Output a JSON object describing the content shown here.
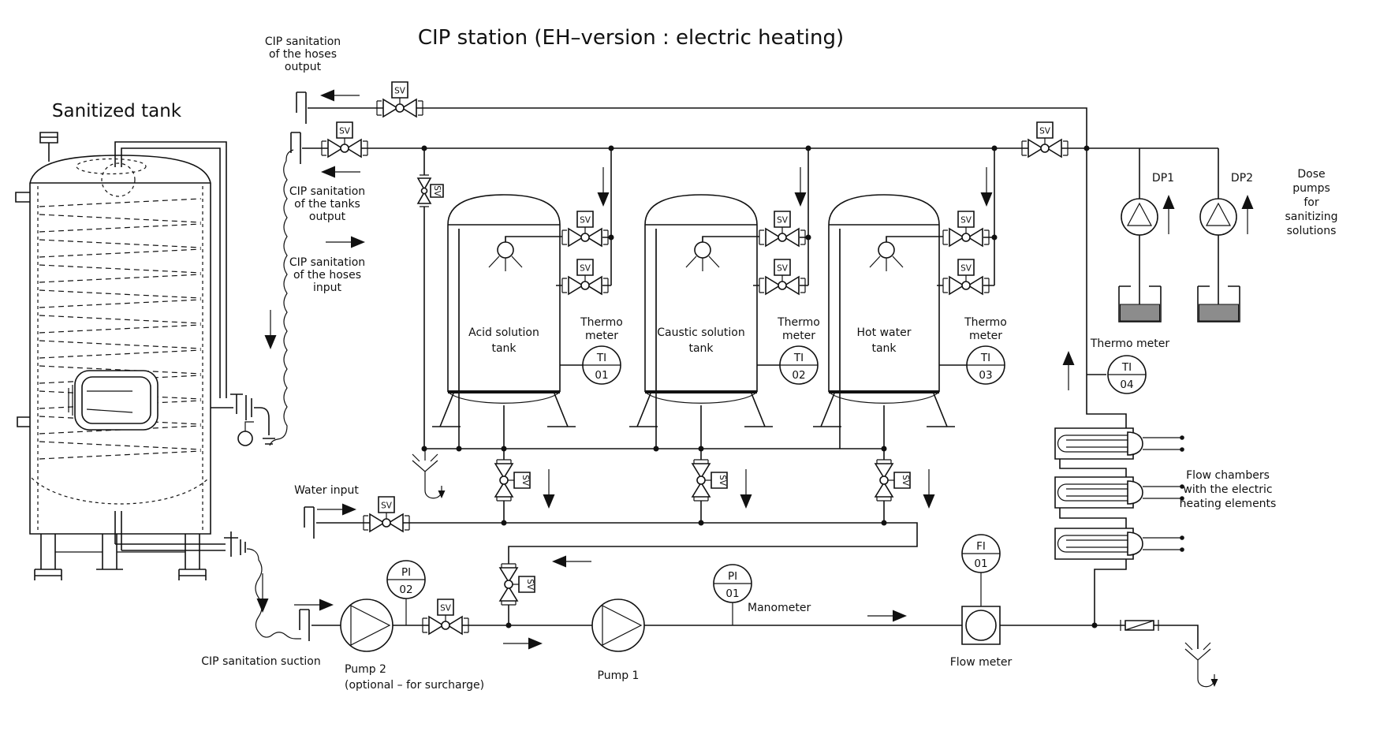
{
  "title": "CIP station (EH–version : electric heating)",
  "colors": {
    "line": "#111111",
    "background": "#ffffff",
    "bucket_liquid": "#8c8c8c"
  },
  "labels": {
    "sv": "SV",
    "sanitized_tank": "Sanitized tank",
    "cip_hoses_output": [
      "CIP sanitation",
      "of the hoses",
      "output"
    ],
    "cip_tanks_output": [
      "CIP sanitation",
      "of the tanks",
      "output"
    ],
    "cip_hoses_input": [
      "CIP sanitation",
      "of the hoses",
      "input"
    ],
    "water_input": "Water input",
    "cip_suction": "CIP sanitation suction",
    "pump1": "Pump 1",
    "pump2_line1": "Pump 2",
    "pump2_line2": "(optional – for surcharge)",
    "manometer": "Manometer",
    "flow_meter": "Flow meter",
    "thermo": [
      "Thermo",
      "meter"
    ],
    "thermo_inline": "Thermo meter",
    "dose_pumps": [
      "Dose",
      "pumps",
      "for",
      "sanitizing",
      "solutions"
    ],
    "flow_chambers": [
      "Flow chambers",
      "with the electric",
      "heating elements"
    ],
    "dp1": "DP1",
    "dp2": "DP2"
  },
  "instruments": {
    "ti01": {
      "tag": "TI",
      "num": "01"
    },
    "ti02": {
      "tag": "TI",
      "num": "02"
    },
    "ti03": {
      "tag": "TI",
      "num": "03"
    },
    "ti04": {
      "tag": "TI",
      "num": "04"
    },
    "pi01": {
      "tag": "PI",
      "num": "01"
    },
    "pi02": {
      "tag": "PI",
      "num": "02"
    },
    "fi01": {
      "tag": "FI",
      "num": "01"
    }
  },
  "tanks": [
    {
      "line1": "Acid solution",
      "line2": "tank"
    },
    {
      "line1": "Caustic solution",
      "line2": "tank"
    },
    {
      "line1": "Hot water",
      "line2": "tank"
    }
  ]
}
